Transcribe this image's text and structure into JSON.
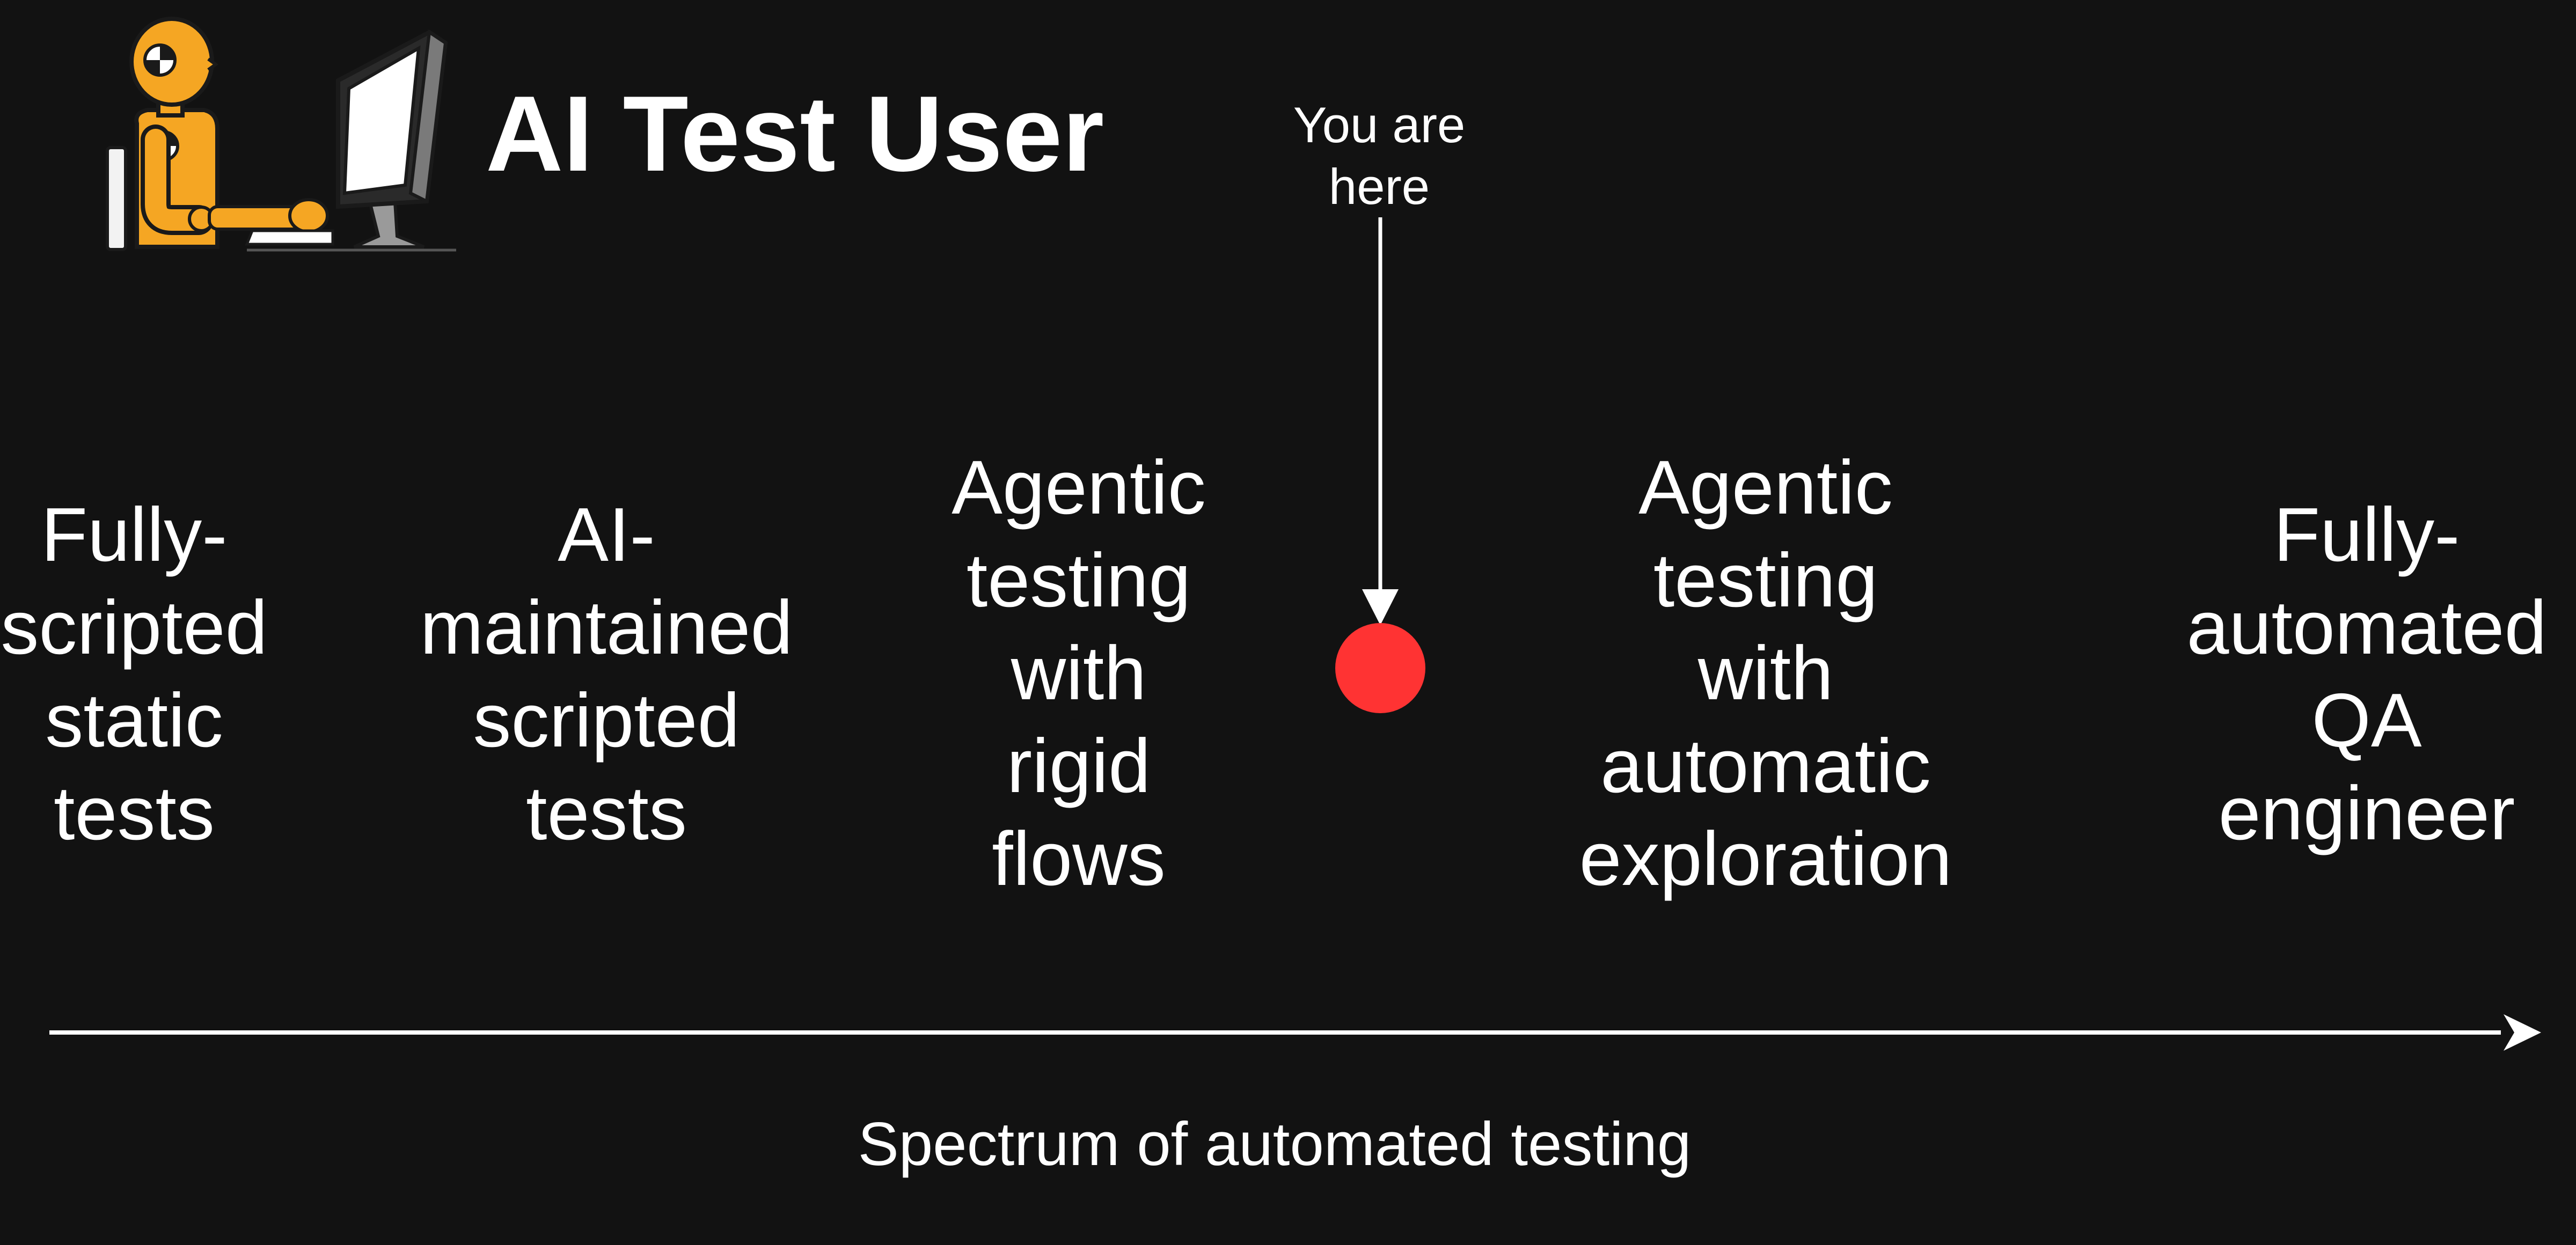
{
  "title": "AI Test User",
  "marker": {
    "label": "You are\nhere",
    "color": "#ff3333"
  },
  "spectrum": {
    "stages": [
      "Fully-\nscripted\nstatic\ntests",
      "AI-\nmaintained\nscripted\ntests",
      "Agentic\ntesting\nwith\nrigid\nflows",
      "Agentic\ntesting\nwith\nautomatic\nexploration",
      "Fully-\nautomated\nQA\nengineer"
    ],
    "axis_label": "Spectrum of automated testing"
  },
  "logo": {
    "icon": "crash-test-dummy-at-computer-icon",
    "dummy_color": "#f5a623"
  },
  "colors": {
    "background": "#121212",
    "foreground": "#ffffff"
  }
}
